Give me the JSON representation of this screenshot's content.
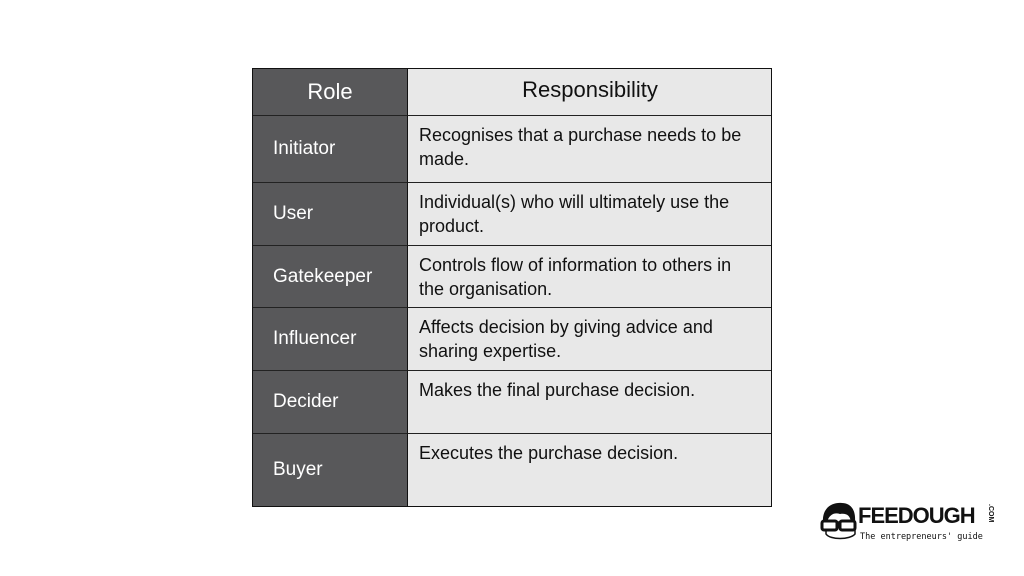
{
  "table": {
    "headers": {
      "role": "Role",
      "responsibility": "Responsibility"
    },
    "rows": [
      {
        "role": "Initiator",
        "responsibility": "Recognises that a purchase needs to be made."
      },
      {
        "role": "User",
        "responsibility": "Individual(s) who will ultimately use the product."
      },
      {
        "role": "Gatekeeper",
        "responsibility": "Controls flow of information to others in the organisation."
      },
      {
        "role": "Influencer",
        "responsibility": "Affects decision by giving advice and sharing expertise."
      },
      {
        "role": "Decider",
        "responsibility": "Makes the final purchase decision."
      },
      {
        "role": "Buyer",
        "responsibility": "Executes the purchase decision."
      }
    ],
    "colors": {
      "role_bg": "#58585a",
      "responsibility_bg": "#e8e8e8"
    }
  },
  "logo": {
    "name": "FEEDOUGH",
    "suffix": ".COM",
    "tagline": "The entrepreneurs' guide",
    "icon": "face-with-glasses-icon"
  }
}
